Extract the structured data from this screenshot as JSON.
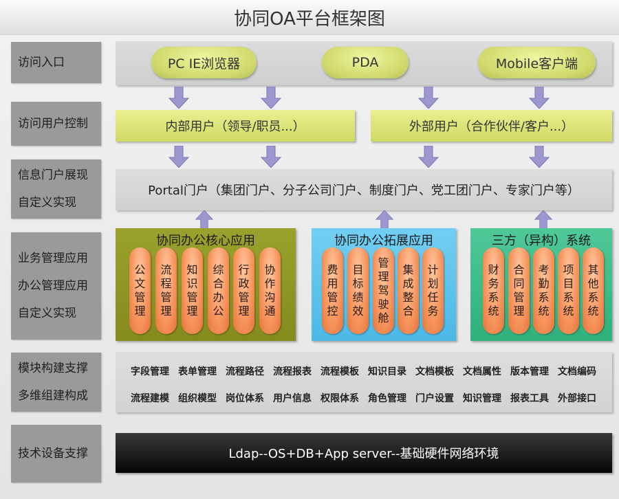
{
  "title": "协同OA平台框架图",
  "rows": {
    "access": {
      "label": [
        "访问入口"
      ],
      "entries": [
        "PC IE浏览器",
        "PDA",
        "Mobile客户端"
      ]
    },
    "user_control": {
      "label": [
        "访问用户控制"
      ],
      "internal": "内部用户（领导/职员...）",
      "external": "外部用户（合作伙伴/客户...）"
    },
    "portal": {
      "label": [
        "信息门户展现",
        "自定义实现"
      ],
      "text": "Portal门户（集团门户、分子公司门户、制度门户、党工团门户、专家门户等）"
    },
    "apps": {
      "label": [
        "业务管理应用",
        "办公管理应用",
        "自定义实现"
      ],
      "groups": [
        {
          "title": "协同办公核心应用",
          "color": "#8f9725",
          "items": [
            "公文管理",
            "流程管理",
            "知识管理",
            "综合办公",
            "行政管理",
            "协作沟通"
          ]
        },
        {
          "title": "协同办公拓展应用",
          "color": "#5cc2ea",
          "items": [
            "费用管控",
            "目标绩效",
            "管理驾驶舱",
            "集成整合",
            "计划任务"
          ]
        },
        {
          "title": "三方（异构）系统",
          "color": "#3dbd8a",
          "items": [
            "财务系统",
            "合同管理",
            "考勤系统",
            "项目系统",
            "其他系统"
          ]
        }
      ]
    },
    "modules": {
      "label": [
        "模块构建支撑",
        "多维组建构成"
      ],
      "line1": [
        "字段管理",
        "表单管理",
        "流程路径",
        "流程报表",
        "流程模板",
        "知识目录",
        "文档模板",
        "文档属性",
        "版本管理",
        "文档编码"
      ],
      "line2": [
        "流程建模",
        "组织模型",
        "岗位体系",
        "用户信息",
        "权限体系",
        "角色管理",
        "门户设置",
        "知识管理",
        "报表工具",
        "外部接口"
      ]
    },
    "tech": {
      "label": [
        "技术设备支撑"
      ],
      "text": "Ldap--OS+DB+App server--基础硬件网络环境"
    }
  }
}
